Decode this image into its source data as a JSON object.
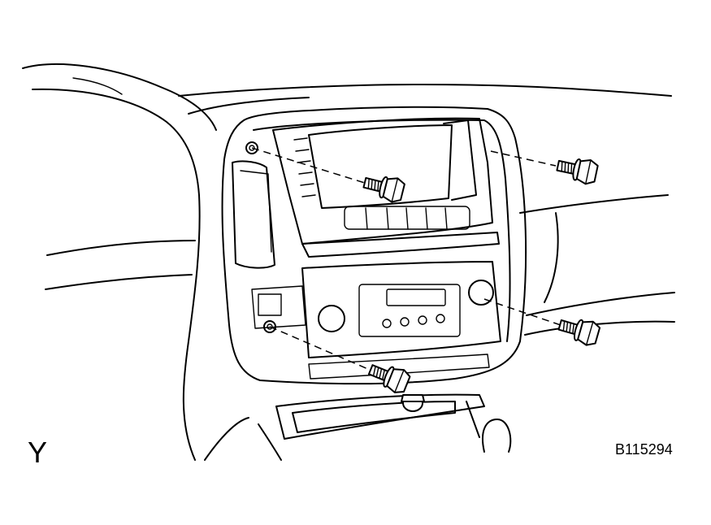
{
  "figure": {
    "view_label": "Y",
    "figure_id": "B115294"
  },
  "colors": {
    "line": "#000000",
    "background": "#ffffff"
  },
  "icons": [
    "bolt-icon"
  ],
  "bolts": [
    {
      "name": "bolt-upper-left"
    },
    {
      "name": "bolt-upper-right"
    },
    {
      "name": "bolt-lower-right"
    },
    {
      "name": "bolt-lower-center"
    }
  ]
}
